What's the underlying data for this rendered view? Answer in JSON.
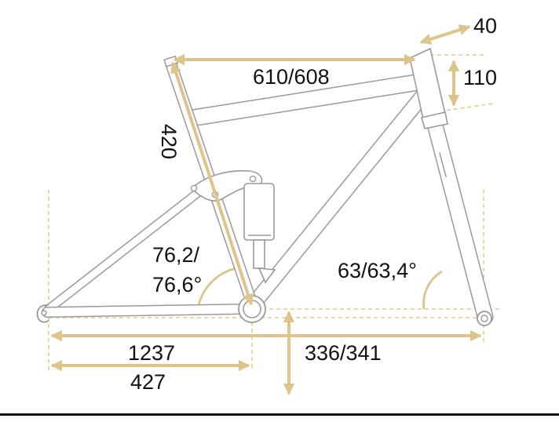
{
  "labels": {
    "stack_reach_offset": "40",
    "head_tube_length": "110",
    "top_tube_length": "610/608",
    "seat_tube_length": "420",
    "seat_angle_line1": "76,2/",
    "seat_angle_line2": "76,6°",
    "head_angle": "63/63,4°",
    "wheelbase": "1237",
    "chainstay_length": "427",
    "bb_drop": "336/341"
  },
  "colors": {
    "frame_outline": "#9a9a9a",
    "frame_fill": "#ffffff",
    "dimension_arrow": "#dcc48a",
    "guide_line": "#e2c98e",
    "text": "#111111",
    "rule": "#111111"
  }
}
